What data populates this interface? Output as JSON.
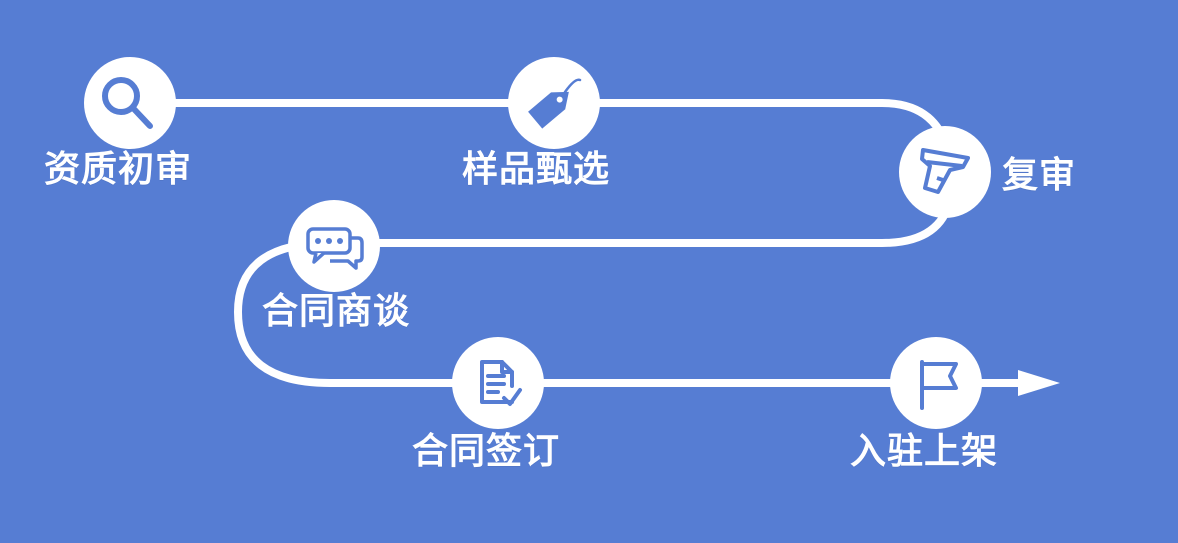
{
  "colors": {
    "background": "#567dd3",
    "path": "#ffffff",
    "node": "#ffffff",
    "icon": "#567dd3"
  },
  "steps": [
    {
      "label": "资质初审",
      "icon": "search-icon"
    },
    {
      "label": "样品甄选",
      "icon": "price-tag-icon"
    },
    {
      "label": "复审",
      "icon": "flashlight-icon"
    },
    {
      "label": "合同商谈",
      "icon": "chat-bubbles-icon"
    },
    {
      "label": "合同签订",
      "icon": "document-check-icon"
    },
    {
      "label": "入驻上架",
      "icon": "flag-icon"
    }
  ]
}
